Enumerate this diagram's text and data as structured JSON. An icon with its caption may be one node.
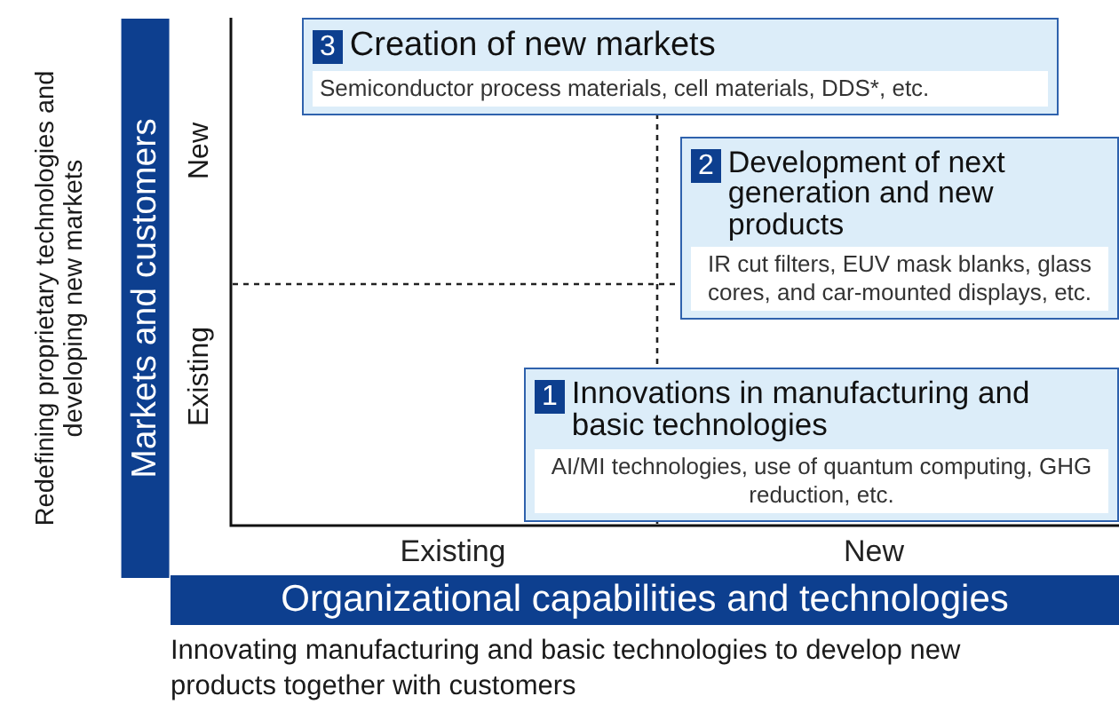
{
  "diagram": {
    "nodes": [
      {
        "text": [
          "3",
          "Creation of new markets",
          "Semiconductor process materials, cell materials, DDS*, etc."
        ]
      },
      {
        "text": [
          "2",
          "Development of next generation and new products",
          "IR cut filters, EUV mask blanks, glass cores, and car-mounted displays, etc."
        ]
      },
      {
        "text": [
          "1",
          "Innovations in manufacturing and basic technologies",
          "AI/MI technologies, use of quantum computing, GHG reduction, etc."
        ]
      }
    ],
    "labels": [
      "Redefining proprietary technologies and developing new markets",
      "Markets and customers",
      "New",
      "Existing",
      "Existing",
      "New",
      "Organizational capabilities and technologies",
      "Innovating manufacturing and basic technologies to develop new products together with customers"
    ]
  }
}
